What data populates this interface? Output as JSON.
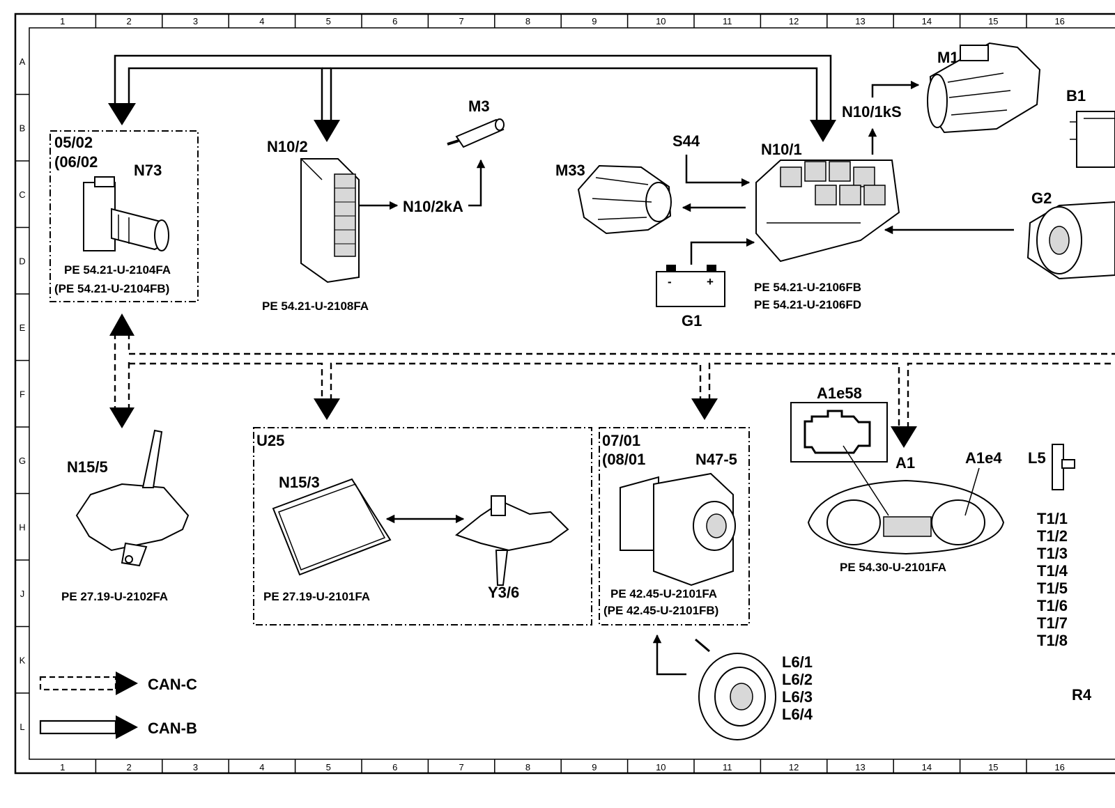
{
  "grid": {
    "columns": [
      "1",
      "2",
      "3",
      "4",
      "5",
      "6",
      "7",
      "8",
      "9",
      "10",
      "11",
      "12",
      "13",
      "14",
      "15",
      "16"
    ],
    "rows": [
      "A",
      "B",
      "C",
      "D",
      "E",
      "F",
      "G",
      "H",
      "J",
      "K",
      "L"
    ]
  },
  "components": {
    "n73": {
      "label": "N73",
      "dates": [
        "05/02",
        "(06/02"
      ],
      "refs": [
        "PE 54.21-U-2104FA",
        "(PE 54.21-U-2104FB)"
      ]
    },
    "n10_2": {
      "label": "N10/2",
      "refs": [
        "PE 54.21-U-2108FA"
      ]
    },
    "m3": {
      "label": "M3"
    },
    "n10_2ka": {
      "label": "N10/2kA"
    },
    "n10_1": {
      "label": "N10/1",
      "refs": [
        "PE 54.21-U-2106FB",
        "PE 54.21-U-2106FD"
      ]
    },
    "n10_1ks": {
      "label": "N10/1kS"
    },
    "s44": {
      "label": "S44"
    },
    "m33": {
      "label": "M33"
    },
    "g1": {
      "label": "G1",
      "minus": "-",
      "plus": "+"
    },
    "m1": {
      "label": "M1"
    },
    "b17": {
      "label": "B1"
    },
    "g2": {
      "label": "G2"
    },
    "n15_5": {
      "label": "N15/5",
      "refs": [
        "PE 27.19-U-2102FA"
      ]
    },
    "u25": {
      "label": "U25"
    },
    "n15_3": {
      "label": "N15/3",
      "refs": [
        "PE 27.19-U-2101FA"
      ]
    },
    "y3_6": {
      "label": "Y3/6"
    },
    "n47_5": {
      "label": "N47-5",
      "dates": [
        "07/01",
        "(08/01"
      ],
      "refs": [
        "PE 42.45-U-2101FA",
        "(PE 42.45-U-2101FB)"
      ]
    },
    "a1e58": {
      "label": "A1e58"
    },
    "a1": {
      "label": "A1",
      "refs": [
        "PE 54.30-U-2101FA"
      ]
    },
    "a1e4": {
      "label": "A1e4"
    },
    "l5": {
      "label": "L5"
    },
    "t1": {
      "labels": [
        "T1/1",
        "T1/2",
        "T1/3",
        "T1/4",
        "T1/5",
        "T1/6",
        "T1/7",
        "T1/8"
      ]
    },
    "l6": {
      "labels": [
        "L6/1",
        "L6/2",
        "L6/3",
        "L6/4"
      ]
    },
    "r4": {
      "label": "R4"
    }
  },
  "legend": {
    "can_c": "CAN-C",
    "can_b": "CAN-B"
  }
}
